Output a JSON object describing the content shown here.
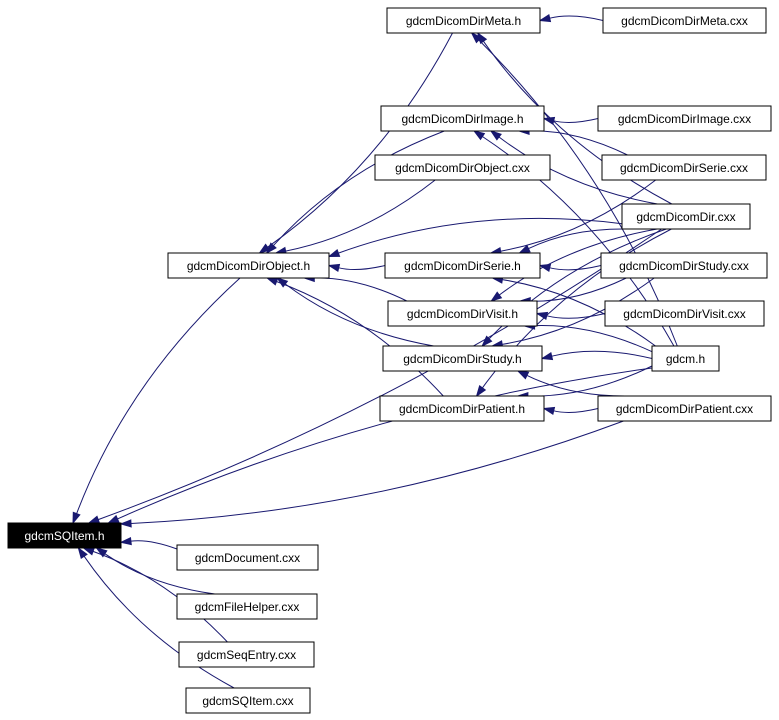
{
  "colors": {
    "edge": "#191970",
    "node_border": "#000000",
    "node_fill": "#ffffff",
    "root_fill": "#000000",
    "root_text": "#ffffff"
  },
  "nodes": {
    "sqitem_h": "gdcmSQItem.h",
    "dicomdirmeta_h": "gdcmDicomDirMeta.h",
    "dicomdirmeta_cxx": "gdcmDicomDirMeta.cxx",
    "dicomdirimage_h": "gdcmDicomDirImage.h",
    "dicomdirimage_cxx": "gdcmDicomDirImage.cxx",
    "dicomdirobject_cxx": "gdcmDicomDirObject.cxx",
    "dicomdirserie_cxx": "gdcmDicomDirSerie.cxx",
    "dicomdir_cxx": "gdcmDicomDir.cxx",
    "dicomdirobject_h": "gdcmDicomDirObject.h",
    "dicomdirserie_h": "gdcmDicomDirSerie.h",
    "dicomdirstudy_cxx": "gdcmDicomDirStudy.cxx",
    "dicomdirvisit_h": "gdcmDicomDirVisit.h",
    "dicomdirvisit_cxx": "gdcmDicomDirVisit.cxx",
    "dicomdirstudy_h": "gdcmDicomDirStudy.h",
    "gdcm_h": "gdcm.h",
    "dicomdirpatient_h": "gdcmDicomDirPatient.h",
    "dicomdirpatient_cxx": "gdcmDicomDirPatient.cxx",
    "document_cxx": "gdcmDocument.cxx",
    "filehelper_cxx": "gdcmFileHelper.cxx",
    "seqentry_cxx": "gdcmSeqEntry.cxx",
    "sqitem_cxx": "gdcmSQItem.cxx"
  },
  "edges": [
    [
      "dicomdirmeta_cxx",
      "dicomdirmeta_h"
    ],
    [
      "dicomdir_cxx",
      "dicomdirmeta_h"
    ],
    [
      "gdcm_h",
      "dicomdirmeta_h"
    ],
    [
      "dicomdirimage_cxx",
      "dicomdirimage_h"
    ],
    [
      "dicomdirserie_cxx",
      "dicomdirimage_h"
    ],
    [
      "dicomdir_cxx",
      "dicomdirimage_h"
    ],
    [
      "gdcm_h",
      "dicomdirimage_h"
    ],
    [
      "dicomdirmeta_h",
      "dicomdirobject_h"
    ],
    [
      "dicomdirimage_h",
      "dicomdirobject_h"
    ],
    [
      "dicomdirobject_cxx",
      "dicomdirobject_h"
    ],
    [
      "dicomdir_cxx",
      "dicomdirobject_h"
    ],
    [
      "dicomdirserie_h",
      "dicomdirobject_h"
    ],
    [
      "dicomdirvisit_h",
      "dicomdirobject_h"
    ],
    [
      "dicomdirstudy_h",
      "dicomdirobject_h"
    ],
    [
      "dicomdirpatient_h",
      "dicomdirobject_h"
    ],
    [
      "dicomdirserie_cxx",
      "dicomdirserie_h"
    ],
    [
      "dicomdir_cxx",
      "dicomdirserie_h"
    ],
    [
      "dicomdirstudy_cxx",
      "dicomdirserie_h"
    ],
    [
      "gdcm_h",
      "dicomdirserie_h"
    ],
    [
      "dicomdirvisit_cxx",
      "dicomdirvisit_h"
    ],
    [
      "dicomdir_cxx",
      "dicomdirvisit_h"
    ],
    [
      "dicomdirstudy_cxx",
      "dicomdirvisit_h"
    ],
    [
      "gdcm_h",
      "dicomdirvisit_h"
    ],
    [
      "dicomdirstudy_cxx",
      "dicomdirstudy_h"
    ],
    [
      "dicomdir_cxx",
      "dicomdirstudy_h"
    ],
    [
      "dicomdirpatient_cxx",
      "dicomdirstudy_h"
    ],
    [
      "gdcm_h",
      "dicomdirstudy_h"
    ],
    [
      "dicomdirpatient_cxx",
      "dicomdirpatient_h"
    ],
    [
      "dicomdir_cxx",
      "dicomdirpatient_h"
    ],
    [
      "gdcm_h",
      "dicomdirpatient_h"
    ],
    [
      "dicomdirobject_h",
      "sqitem_h"
    ],
    [
      "dicomdir_cxx",
      "sqitem_h"
    ],
    [
      "gdcm_h",
      "sqitem_h"
    ],
    [
      "dicomdirpatient_cxx",
      "sqitem_h"
    ],
    [
      "document_cxx",
      "sqitem_h"
    ],
    [
      "filehelper_cxx",
      "sqitem_h"
    ],
    [
      "seqentry_cxx",
      "sqitem_h"
    ],
    [
      "sqitem_cxx",
      "sqitem_h"
    ]
  ]
}
